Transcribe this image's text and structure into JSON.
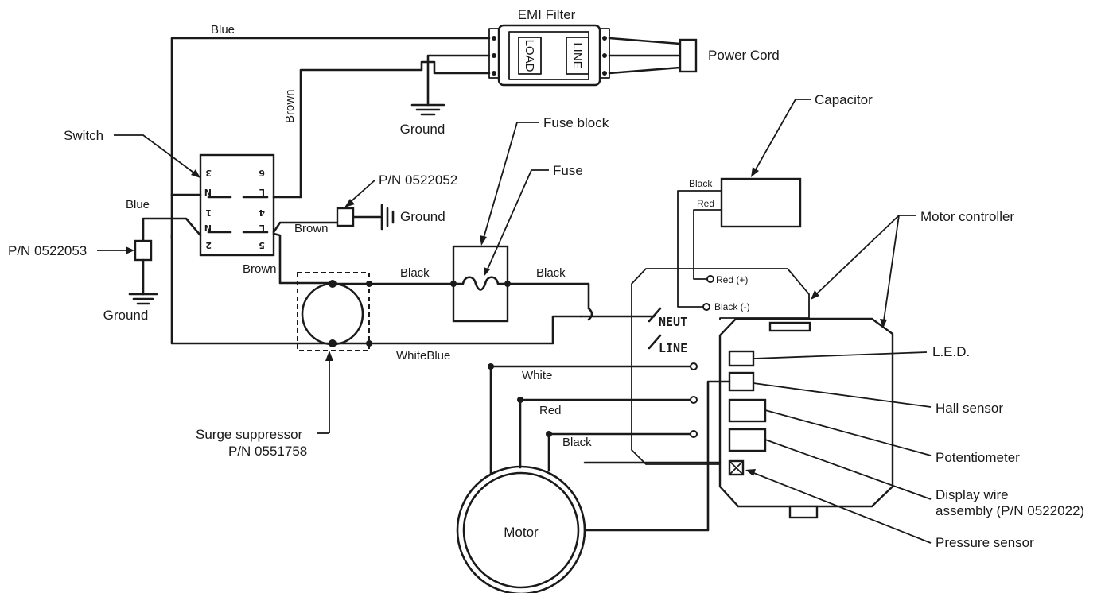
{
  "components": {
    "emi_filter": "EMI Filter",
    "emi_load": "LOAD",
    "emi_line": "LINE",
    "power_cord": "Power Cord",
    "ground_top": "Ground",
    "switch": "Switch",
    "switch_pin_3": "3",
    "switch_pin_6": "6",
    "switch_pin_N1": "N",
    "switch_pin_1": "1",
    "switch_pin_L4": "L",
    "switch_pin_4": "4",
    "switch_pin_N2": "N",
    "switch_pin_2": "2",
    "switch_pin_L5": "L",
    "switch_pin_5": "5",
    "pn_0522052": "P/N 0522052",
    "ground_mid": "Ground",
    "pn_0522053": "P/N 0522053",
    "ground_left": "Ground",
    "fuse_block": "Fuse block",
    "fuse": "Fuse",
    "capacitor": "Capacitor",
    "motor_controller": "Motor controller",
    "surge_suppressor": "Surge suppressor",
    "surge_pn": "P/N 0551758",
    "terminal_neut": "NEUT",
    "terminal_line": "LINE",
    "red_plus": "Red (+)",
    "black_minus": "Black (-)",
    "led": "L.E.D.",
    "hall_sensor": "Hall sensor",
    "potentiometer": "Potentiometer",
    "display_wire_1": "Display wire",
    "display_wire_2": "assembly (P/N 0522022)",
    "pressure_sensor": "Pressure sensor",
    "motor": "Motor"
  },
  "wires": {
    "blue_top": "Blue",
    "brown_vertical": "Brown",
    "blue_left": "Blue",
    "brown_switch": "Brown",
    "brown_lower": "Brown",
    "black_fuse_in": "Black",
    "black_fuse_out": "Black",
    "white_blue": "WhiteBlue",
    "cap_black": "Black",
    "cap_red": "Red",
    "motor_white": "White",
    "motor_red": "Red",
    "motor_black": "Black"
  },
  "icons": [
    "ground-symbol",
    "connector-block",
    "resistor-fuse",
    "pressure-sensor-cross"
  ]
}
